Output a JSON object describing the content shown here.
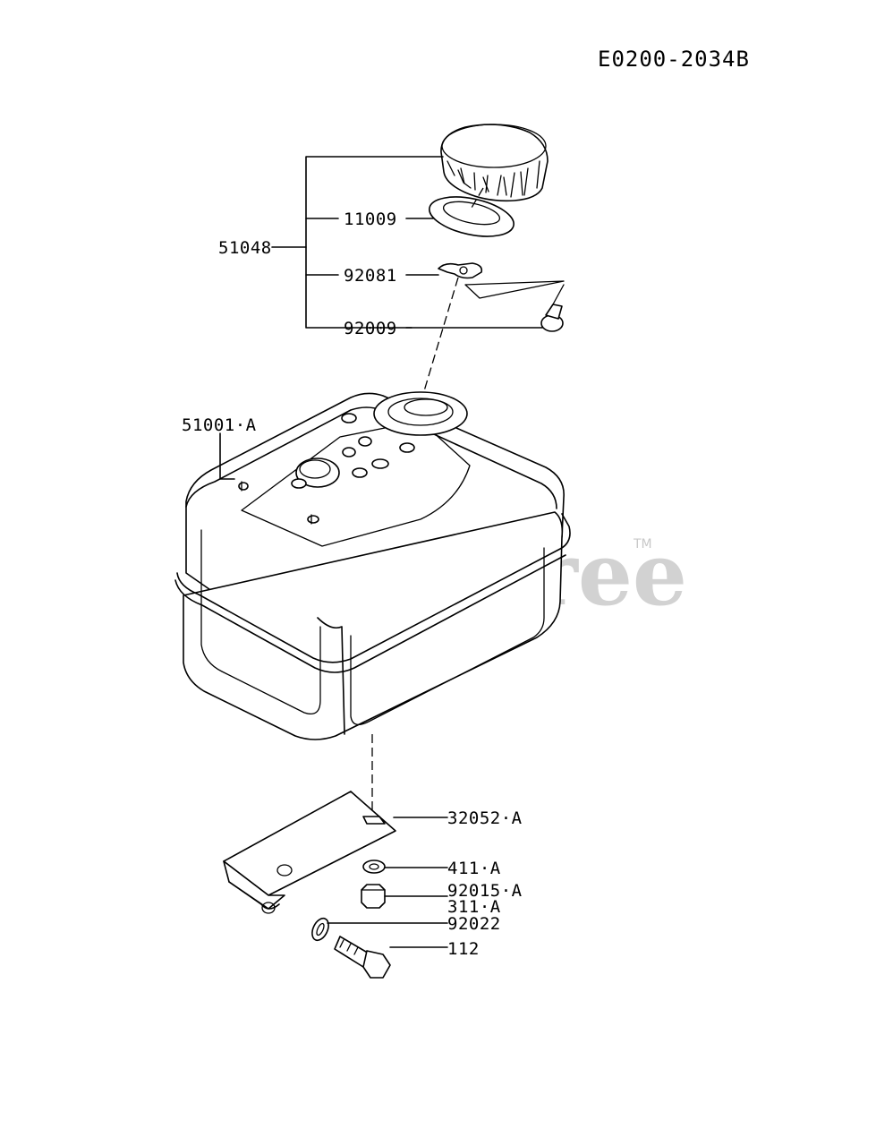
{
  "diagram_code": "E0200-2034B",
  "watermark": {
    "text": "PartsTree",
    "trademark": "TM"
  },
  "parts": {
    "cap_assembly": "51048",
    "cap_gasket": "11009",
    "cap_chain": "92081",
    "cap_screw": "92009",
    "fuel_tank": "51001·A",
    "tank_bracket": "32052·A",
    "washer_411": "411·A",
    "nut_92015": "92015·A",
    "nut_311": "311·A",
    "washer_92022": "92022",
    "bolt": "112"
  }
}
